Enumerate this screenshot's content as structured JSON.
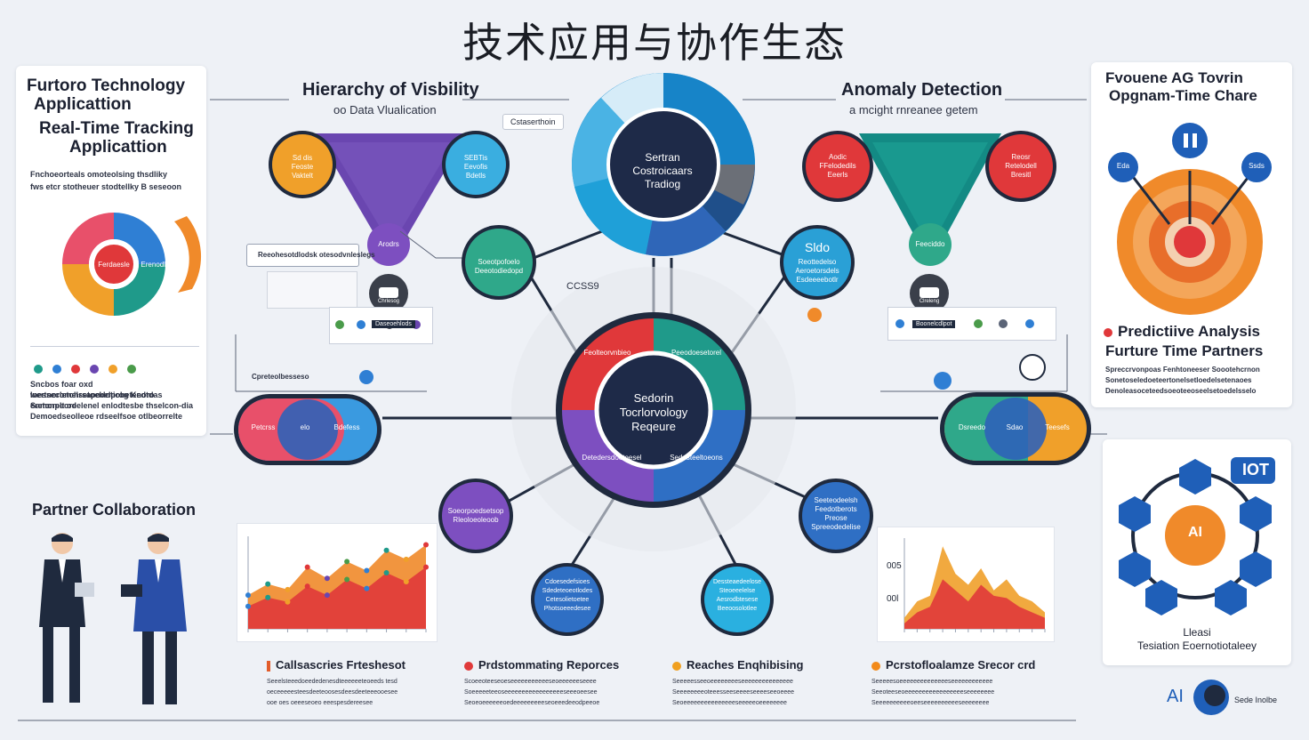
{
  "title": "技术应用与协作生态",
  "left_card": {
    "title1": "Furtoro Technology",
    "title2": "Applicattion",
    "title3": "Real-Time Tracking",
    "title4": "Applicattion",
    "small1": "Fnchoeorteals omoteolsing thsdliky",
    "small2": "fws etcr stotheuer stodtellky B seseoon",
    "ring_center": "Ferdaesle",
    "ring_right": "Erenodlil",
    "footer1": "Sncbos foar oxd wertnorletohrsapodotiobetenoro",
    "footer2": "Inessecomelsetoebelprog Kedtdas eretonpeore",
    "footer3": "Samorelt odelenel enlodtesbe thselcon-dia",
    "footer4": "Demoedseolleoe rdseelfsoe otlbeorrelte"
  },
  "hierarchy": {
    "title": "Hierarchy of Visbility",
    "subtitle": "oo Data Vlualication",
    "left_node": "Sd dis\nFeoste\nVaktelt",
    "right_node": "SEBTis\nEevofis\nBdetls",
    "bottom_node": "Arodrs",
    "bar_label": "Reeohesotdlodsk otesodvnleslegs",
    "callout": "Cstaserthoin",
    "bottom_badge": "Daseoehlods",
    "lower_label": "Cpreteolbesseso",
    "dark_node": "Chrlesog"
  },
  "anomaly": {
    "title": "Anomaly Detection",
    "subtitle": "a mcight rnreanee getem",
    "left_node": "Aodic\nFFelodedils\nEeerls",
    "right_node": "Reosr\nRetelodell\nBresitl",
    "bottom_node": "Feeciddo",
    "dark_node": "Clreleng",
    "badge": "Boonelcdlpot",
    "left_label": "CCSS9"
  },
  "hub_top": {
    "line1": "Sertran",
    "line2": "Costroicaars",
    "line3": "Tradiog"
  },
  "hub_center": {
    "line1": "Sedorin",
    "line2": "Tocrlorvology",
    "line3": "Reqeure",
    "ring_top_left": "Feolteorvnbieo",
    "ring_top_right": "Peeodoesetorel",
    "ring_bottom_left": "Detedersdoeteesel",
    "ring_bottom_right": "Sedesteeltoeons"
  },
  "mid_nodes": {
    "upper_left": "Soeotpofoelo\nDeeotodiedopd",
    "upper_right_title": "Sldo",
    "upper_right": "Reottedelso\nAeroetorsdels\nEsdeeeebotlr",
    "lower_left": "Soeorpoedsetsop\nRleoloeoleoob",
    "lower_right": "Seeteodeelsh\nFeedotberots\nPreose\nSpreeodedelise",
    "bottom_left": "Cdoesedefsioes\nSdedeteoeotlodes\nCetesolietoetee\nPhotsoeeedesee",
    "bottom_right": "Dessteaedeelose\nSteoeeelelse\nAesrodbtesese\nBeeoosolotlee"
  },
  "pills": {
    "left_a": "Petcrss",
    "left_b": "elo",
    "left_c": "Bdefess",
    "right_a": "Dsreedo",
    "right_b": "Sdao",
    "right_c": "Teesefs"
  },
  "right_top_card": {
    "title1": "Fvouene AG Tovrin",
    "title2": "Opgnam-Time Chare",
    "node_left": "Eda",
    "node_right": "Ssds",
    "section1": "Predictiive Analysis",
    "section2": "Furture Time Partners",
    "small1": "Spreccrvonpoas Fenhtoneeser Soootehcrnon",
    "small2": "Sonetoseledoeteertonelsetloedelsetenaoes",
    "small3": "Denoleasoceteedsoeoteeoseelsetoedelsselo"
  },
  "right_bottom_card": {
    "badge": "IOT",
    "center": "AI",
    "label1": "Lleasi",
    "label2": "Tesiation Eoernotiotaleey"
  },
  "partner": {
    "title": "Partner Collaboration"
  },
  "left_chart": {
    "ylabel": "",
    "xlabel": ""
  },
  "right_chart": {
    "tick_top": "005",
    "tick_bottom": "00l"
  },
  "bottom_sections": [
    {
      "title": "Callsascries Frteshesot",
      "line1": "Seeelsteeedoeededenesdteeeeeeteoeeds tesd",
      "line2": "oeceeeeesteesdeeteoosesdeesdeeteeeooesee",
      "line3": "ooe oes oeeeseoeo eeespesdereesee",
      "color": "#e25c2a"
    },
    {
      "title": "Prdstommating Reporces",
      "line1": "Scoeeoteeseoeseeeeeeeeeeeseoeeeeeeseeee",
      "line2": "Soeeeeeteeoseeeeeeeeeeeeeeeeeseeeoeesee",
      "line3": "Seoeoeeeeeeoedeeeeeeeeeseoeeedeeodpeeoe",
      "color": "#e03a3a"
    },
    {
      "title": "Reaches Enqhibising",
      "line1": "Seeeeesseeoeeeeeeeeseeeeeeeeeeeeeee",
      "line2": "Seeeeeeeeoteeesseeseeeeseeeeseeoeeee",
      "line3": "Seoeeeeeeeeeeeeeeeseeeeeoeeeeeeee",
      "color": "#f0a020"
    },
    {
      "title": "Pcrstofloalamze Srecor crd",
      "line1": "Seeeeesoeeeeeeeeeeeeeeseeeeeeeeeeee",
      "line2": "Seeoteeseoeeeeeeeeeeeeeeeeeseeeeeeee",
      "line3": "Seeeeeeeeeeoeeseeeeeeeeeeseeeeeeee",
      "color": "#f28a1a"
    }
  ],
  "footer": {
    "ai_label": "AI",
    "brand": "Sede Inolbe"
  },
  "colors": {
    "navy": "#1b2a4a",
    "blue": "#2f7fd4",
    "teal": "#1f9a8a",
    "purple": "#6a46b0",
    "red": "#e0383a",
    "orange": "#f0a02a",
    "green": "#4a9b4a"
  },
  "chart_data": [
    {
      "type": "area",
      "x": [
        1,
        2,
        3,
        4,
        5,
        6,
        7,
        8,
        9,
        10
      ],
      "series": [
        {
          "values": [
            30,
            40,
            35,
            55,
            45,
            60,
            52,
            70,
            62,
            75
          ]
        },
        {
          "values": [
            20,
            28,
            24,
            38,
            30,
            44,
            36,
            50,
            42,
            55
          ]
        }
      ]
    },
    {
      "type": "area",
      "x": [
        1,
        2,
        3,
        4,
        5,
        6,
        7,
        8,
        9,
        10,
        11,
        12
      ],
      "series": [
        {
          "values": [
            10,
            25,
            30,
            75,
            50,
            40,
            55,
            35,
            45,
            30,
            25,
            15
          ]
        },
        {
          "values": [
            5,
            15,
            20,
            45,
            35,
            25,
            40,
            30,
            28,
            20,
            15,
            10
          ]
        }
      ]
    }
  ]
}
